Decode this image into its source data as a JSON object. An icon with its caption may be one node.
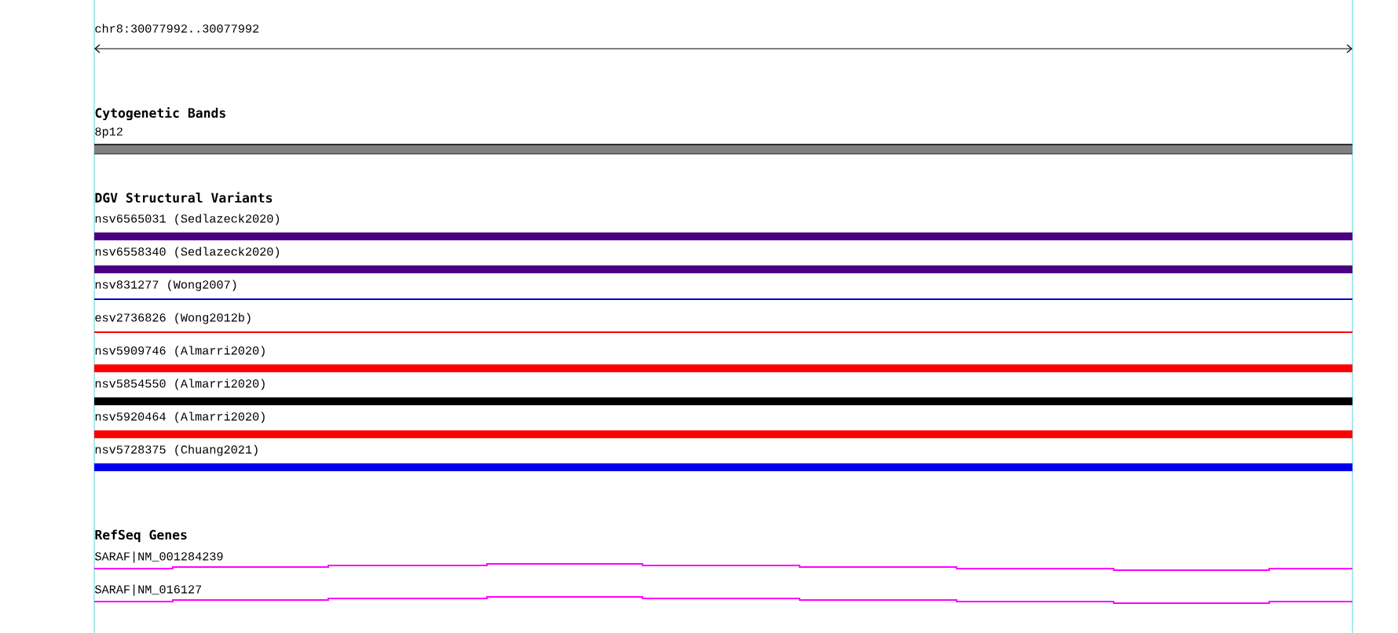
{
  "diagram": {
    "nodes": [
      {
        "text": [
          "Cytogenetic Bands"
        ]
      },
      {
        "text": [
          "8p12"
        ]
      },
      {
        "text": [
          "DGV Structural Variants"
        ]
      },
      {
        "text": [
          "nsv6565031 (Sedlazeck2020)"
        ]
      },
      {
        "text": [
          "nsv6558340 (Sedlazeck2020)"
        ]
      },
      {
        "text": [
          "nsv831277 (Wong2007)"
        ]
      },
      {
        "text": [
          "esv2736826 (Wong2012b)"
        ]
      },
      {
        "text": [
          "nsv5909746 (Almarri2020)"
        ]
      },
      {
        "text": [
          "nsv5854550 (Almarri2020)"
        ]
      },
      {
        "text": [
          "nsv5920464 (Almarri2020)"
        ]
      },
      {
        "text": [
          "nsv5728375 (Chuang2021)"
        ]
      },
      {
        "text": [
          "RefSeq Genes"
        ]
      },
      {
        "text": [
          "SARAF|NM_001284239"
        ]
      },
      {
        "text": [
          "SARAF|NM_016127"
        ]
      }
    ],
    "edges": [],
    "labels": [
      "chr8:30077992..30077992"
    ]
  }
}
